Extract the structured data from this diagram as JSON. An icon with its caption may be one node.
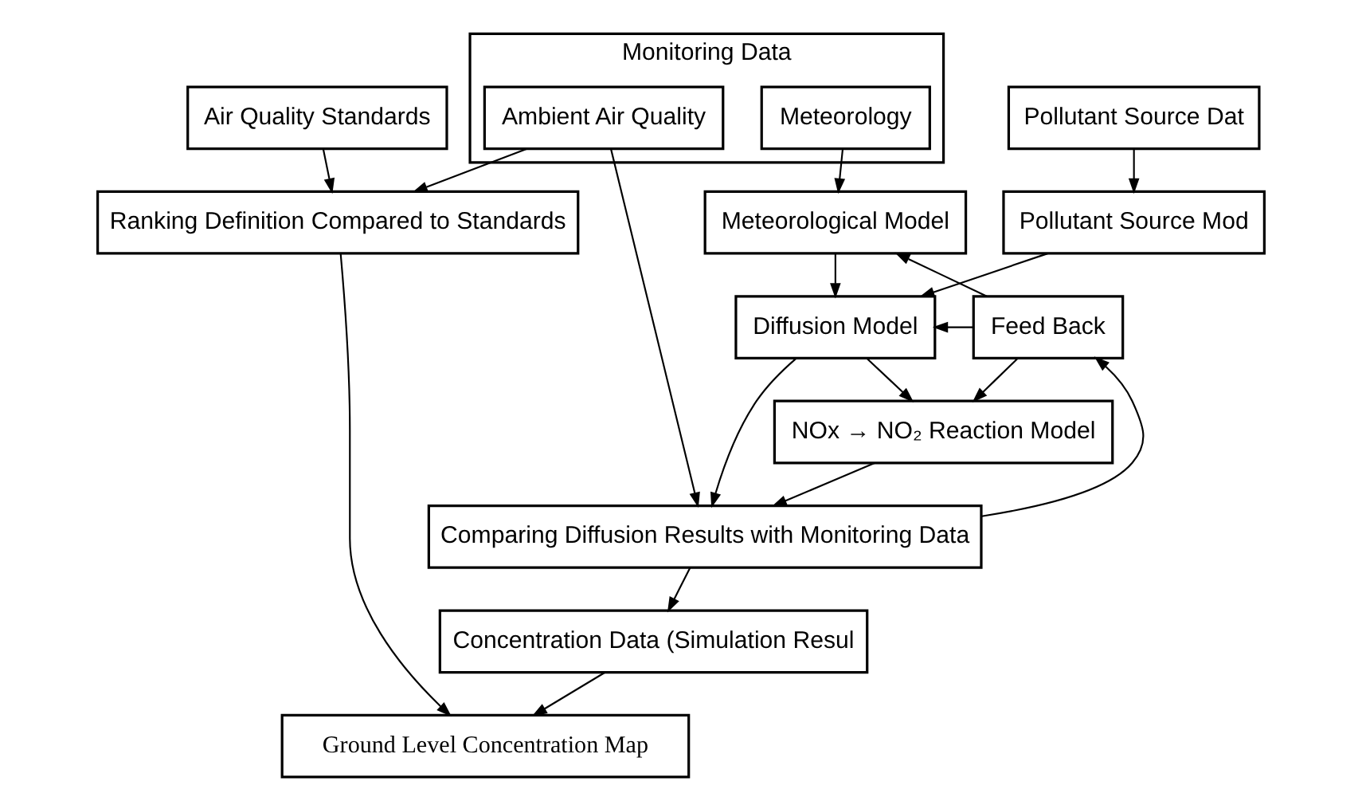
{
  "diagram": {
    "nodes": [
      {
        "text": [
          "Monitoring Data"
        ]
      },
      {
        "text": [
          "Ambient Air Quality"
        ],
        "in": 0
      },
      {
        "text": [
          "Meteorology"
        ],
        "in": 0
      },
      {
        "text": [
          "Pollutant Source Dat"
        ]
      },
      {
        "text": [
          "Meteorological Model"
        ]
      },
      {
        "text": [
          "Pollutant Source Mod"
        ]
      },
      {
        "text": [
          "Air Quality Standards"
        ]
      },
      {
        "text": [
          "Diffusion Model"
        ]
      },
      {
        "text": [
          "Feed Back"
        ]
      },
      {
        "text": [
          "NOx → NO₂ Reaction Model"
        ]
      },
      {
        "text": [
          "Comparing Diffusion Results with Monitoring Data"
        ]
      },
      {
        "text": [
          "Ranking Definition Compared to Standards"
        ]
      },
      {
        "text": [
          "Concentration Data (Simulation Resul"
        ]
      },
      {
        "text": [
          "Ground Level Concentration Map"
        ]
      }
    ],
    "edges": [
      {
        "from": 2,
        "to": 4,
        "arrow": "to"
      },
      {
        "from": 3,
        "to": 5,
        "arrow": "to"
      },
      {
        "from": 4,
        "to": 7,
        "arrow": "to"
      },
      {
        "from": 5,
        "to": 7,
        "arrow": "to"
      },
      {
        "from": 8,
        "to": 4,
        "arrow": "to"
      },
      {
        "from": 8,
        "to": 7,
        "arrow": "to"
      },
      {
        "from": 8,
        "to": 9,
        "arrow": "to"
      },
      {
        "from": 7,
        "to": 9,
        "arrow": "to"
      },
      {
        "from": 7,
        "to": 10,
        "arrow": "to"
      },
      {
        "from": 9,
        "to": 10,
        "arrow": "to"
      },
      {
        "from": 10,
        "to": 8,
        "arrow": "to"
      },
      {
        "from": 1,
        "to": 11,
        "arrow": "to"
      },
      {
        "from": 1,
        "to": 10,
        "arrow": "to"
      },
      {
        "from": 6,
        "to": 11,
        "arrow": "to"
      },
      {
        "from": 10,
        "to": 12,
        "arrow": "to"
      },
      {
        "from": 11,
        "to": 13,
        "arrow": "to"
      },
      {
        "from": 12,
        "to": 13,
        "arrow": "to"
      }
    ]
  }
}
